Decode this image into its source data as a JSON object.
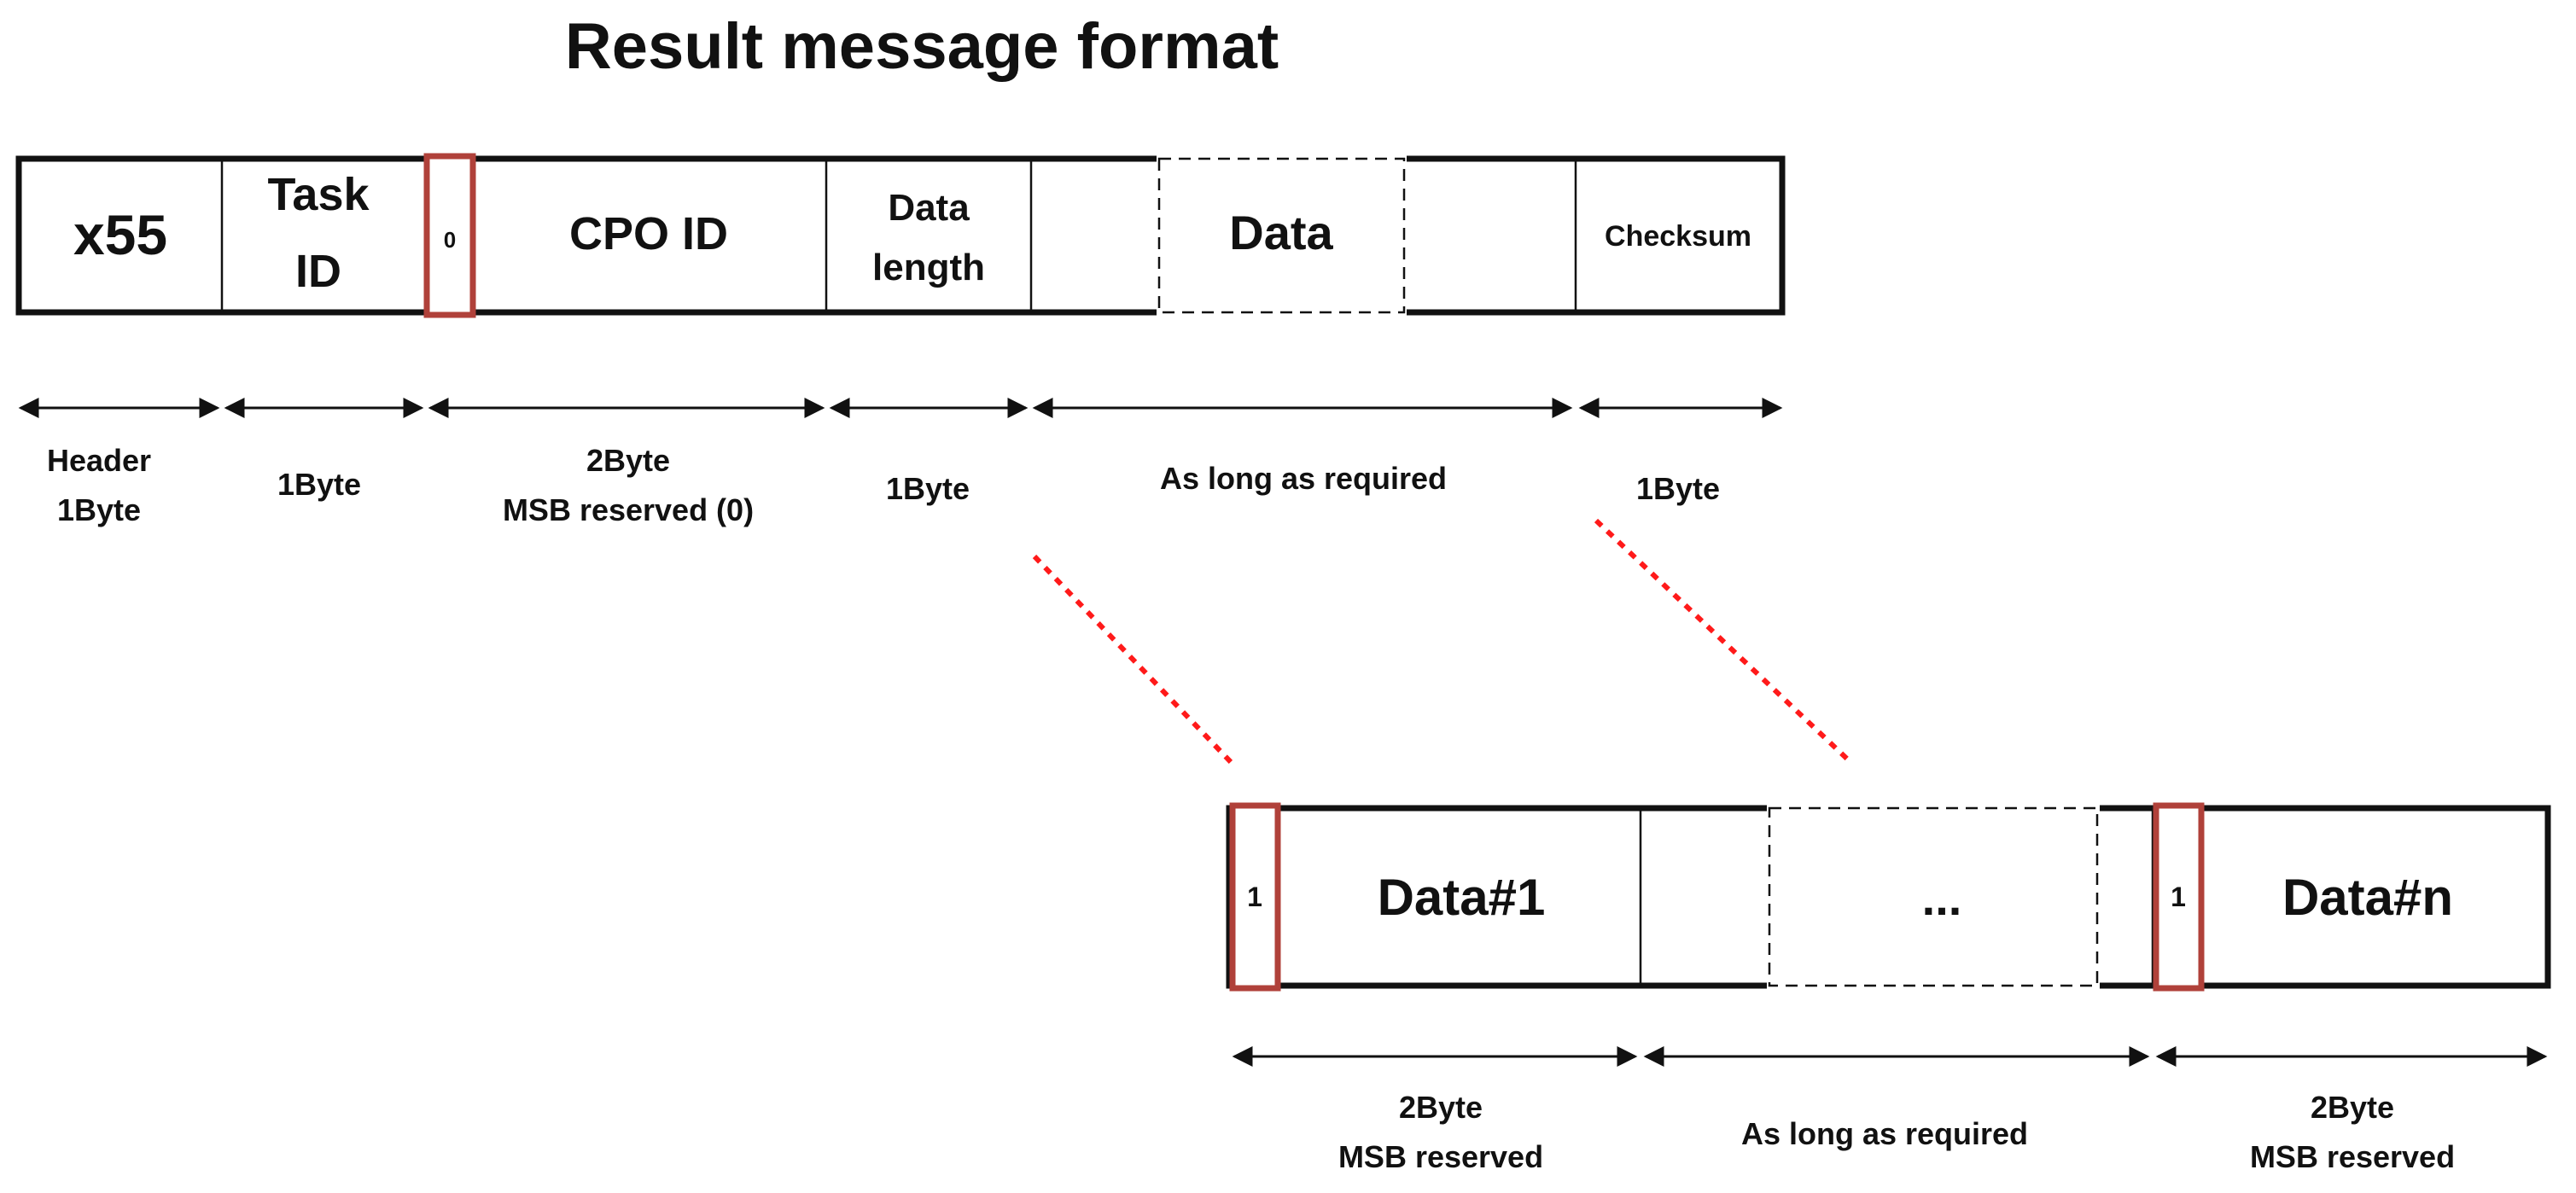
{
  "title": "Result message format",
  "colors": {
    "ink": "#111111",
    "highlight": "#b0413a",
    "guide": "#ff1a1a"
  },
  "main_frame": {
    "header": "x55",
    "task_id": [
      "Task",
      "ID"
    ],
    "reserved_bit": "0",
    "cpo_id": "CPO ID",
    "data_length": [
      "Data",
      "length"
    ],
    "data": "Data",
    "checksum": "Checksum"
  },
  "main_sizes": {
    "header": [
      "Header",
      "1Byte"
    ],
    "task_id": "1Byte",
    "cpo_id": [
      "2Byte",
      "MSB reserved (0)"
    ],
    "data_length": "1Byte",
    "data": "As long as required",
    "checksum": "1Byte"
  },
  "data_frame": {
    "first_bit": "1",
    "first_item": "Data#1",
    "ellipsis": "...",
    "last_bit": "1",
    "last_item": "Data#n"
  },
  "data_sizes": {
    "first_item": [
      "2Byte",
      "MSB reserved"
    ],
    "middle": "As long as required",
    "last_item": [
      "2Byte",
      "MSB reserved"
    ]
  }
}
